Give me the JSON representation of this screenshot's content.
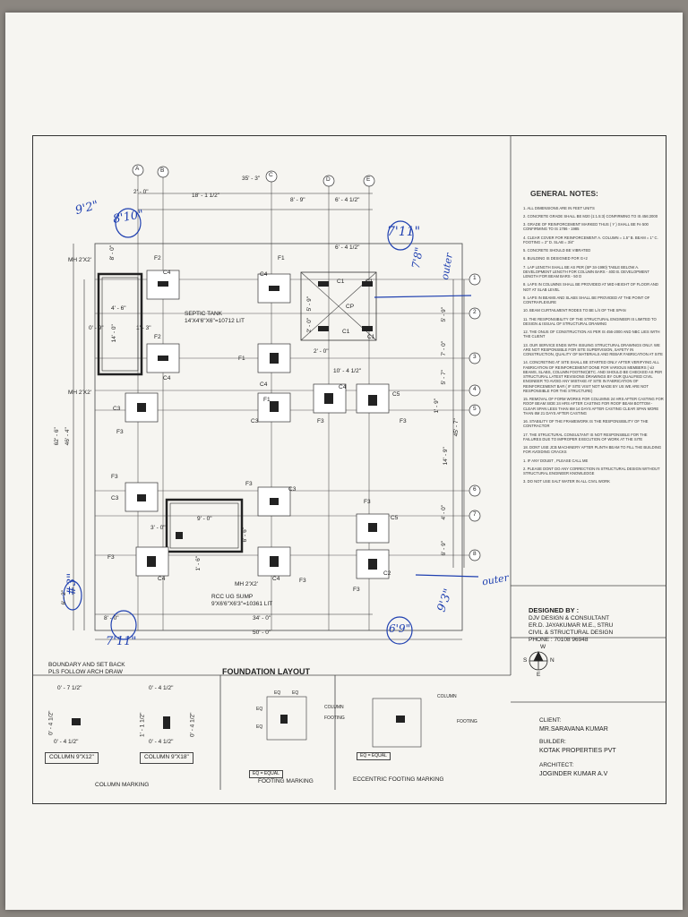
{
  "grid": {
    "cols": [
      "A",
      "B",
      "C",
      "D",
      "E"
    ],
    "rows": [
      "1",
      "2",
      "3",
      "4",
      "5",
      "6",
      "7",
      "8"
    ]
  },
  "dims": {
    "top_overall": "35' - 3\"",
    "top_a": "2' - 0\"",
    "top_b": "18' - 1 1/2\"",
    "top_c": "8' - 9\"",
    "top_d": "6' - 4 1/2\"",
    "top_e": "6' - 4 1/2\"",
    "bot_a": "8' - 0\"",
    "bot_b": "34' - 0\"",
    "bot_c": "50' - 0\"",
    "left_a": "62' - 6\"",
    "left_b": "46' - 4\"",
    "left_c": "6' - 2\"",
    "left_d": "8' - 0\"",
    "left_e": "14' - 0\"",
    "left_f": "0' - 9\"",
    "left_g": "1' - 3\"",
    "left_h": "4' - 6\"",
    "right_a": "5' - 9\"",
    "right_b": "7' - 0\"",
    "right_c": "5' - 7\"",
    "right_d": "1' - 9\"",
    "right_e": "14' - 9\"",
    "right_f": "4' - 0\"",
    "right_g": "6' - 9\"",
    "right_h": "45' - 7\"",
    "mid_a": "5' - 9\"",
    "mid_b": "2' - 0\"",
    "mid_c": "2' - 0\"",
    "mid_d": "10' - 4 1/2\"",
    "sump_w": "9' - 0\"",
    "sump_a": "3' - 0\"",
    "sump_h": "6' - 6\"",
    "sump_b": "1' - 6\""
  },
  "labels": {
    "mh1": "MH 2'X2'",
    "mh2": "MH 2'X2'",
    "mh3": "MH 2'X2'",
    "septic_title": "SEPTIC TANK",
    "septic_size": "14'X4'6\"X6\"=10712 LIT",
    "sump_title": "RCC UG SUMP",
    "sump_size": "9'X6'6\"X6'3\"=10361 LIT",
    "boundary1": "BOUNDARY AND SET BACK",
    "boundary2": "PLS FOLLOW ARCH DRAW",
    "layout_title": "FOUNDATION LAYOUT"
  },
  "footings": {
    "c1": "C1",
    "c2": "C2",
    "c3": "C3",
    "c4": "C4",
    "c5": "C5",
    "cp": "CP",
    "f1": "F1",
    "f2": "F2",
    "f3": "F3"
  },
  "notes": {
    "title": "GENERAL NOTES:",
    "items": [
      "1. ALL DIMENSIONS ARE IN FEET UNITS",
      "2. CONCRETE GRADE SHALL BE M20 (1:1.5:3) CONFIRMING TO IS 456:2000",
      "3. GRADE OF REINFORCEMENT MARKED THUS ( Y ) SHALL BE Fe 500 CONFIRMING TO IS 1786 - 1985",
      "4. CLEAR COVER FOR REINFORCEMENT A. COLUMN = 1.5\" B. BEAM = 1\" C. FOOTING = 2\" D. SLAB = 3/4\"",
      "5. CONCRETE SHOULD BE VIBRATED",
      "6. BUILDING IS DESIGNED FOR G+2",
      "7. LAP LENGTH SHALL BE AS PER (SP 34-1990) TABLE BELOW A. DEVELOPMENT LENGTH FOR COLUMN BARS - 40D B. DEVELOPMENT LENGTH FOR BEAM BARS - 50 D",
      "8. LAPS IN COLUMNS SHALL BE PROVIDED AT MID HEIGHT OF FLOOR AND NOT AT SLAB LEVEL",
      "9. LAPS IN BEAMS AND SLABS SHALL BE PROVIDED AT THE POINT OF CONTRAFLEXURE",
      "10. BEAM CURTAILMENT RODES TO BE L/4 OF THE SPAN",
      "11. THE RESPONSIBILITY OF THE STRUCTURAL ENGINEER IS LIMITED TO DESIGN & ISSUAL OF STRUCTURAL DRAWING",
      "12. THE ONUS OF CONSTRUCTION AS PER IS 456-2000 AND NBC LIES WITH THE CLIENT",
      "13. OUR SERVICE ENDS WITH ISSUING STRUCTURAL DRAWINGS ONLY. WE ARE NOT RESPONSIBLE FOR SITE SUPERVISION, SAFETY IN CONSTRUCTION, QUALITY OF MATERIALS AND REBAR FABRICATION AT SITE",
      "14. CONCRETING AT SITE SHALL BE STARTED ONLY AFTER VERIFYING ALL FABRICATION OF REINFORCEMENT DONE FOR VARIOUS MEMBERS ( viz BEAMS, SLABS, COLUMN FOOTING)ETC. AND SHOULD BE CHECKED AS PER STRUCTURAL LATEST REVISIONS DRAWINGS BY OUR QUALIFIED CIVIL ENGINEER TO AVOID ANY MISTAKE AT SITE IN FABRICATION OF REINFORCEMENT BAR ( IF SITE VISIT NOT MADE BY US WE ARE NOT RESPONSIBLE FOR THE STRUCTURE)",
      "15. REMOVAL OF FORM WORKS FOR COLUMNS 24 HRS AFTER CASTING FOR ROOF BEAM SIDE 24 HRS AFTER CASTING FOR ROOF BEAM BOTTOM - CLEAR SPAN LESS THAN 6M 14 DAYS AFTER CASTING CLEAR SPAN MORE THAN 6M 21 DAYS AFTER CASTING",
      "16. STABILITY OF THE FRAMEWORK IS THE RESPONSIBILITY OF THE CONTRACTOR",
      "17. THE STRUCTURAL CONSULTANT IS NOT RESPONSIBLE FOR THE FAILURES DUE TO IMPROPER EXECUTION OF WORK AT THE SITE",
      "18. DONT USE JCB MACHINERY AFTER PLINTH BEAM TO FILL THE BUILDING FOR AVOIDING CRACKS",
      "1. IF ANY DOUBT , PLEASE CALL ME",
      "2. PLEASE DONT DO ANY CORRECTION IN STRUCTURAL DESIGN WITHOUT STRUCTURAL ENGINEER KNOWLEDGE",
      "3. DO NOT USE SALT WATER IN ALL CIVIL WORK"
    ]
  },
  "designer": {
    "heading": "DESIGNED BY :",
    "line1": "DJV DESIGN & CONSULTANT",
    "line2": "ER.D. JAYAKUMAR M.E., STRU",
    "line3": "CIVIL & STRUCTURAL DESIGN",
    "line4": "PHONE : 70108 96948"
  },
  "compass": {
    "n": "N",
    "s": "S",
    "e": "E",
    "w": "W"
  },
  "project": {
    "client_h": "CLIENT:",
    "client": "MR.SARAVANA KUMAR",
    "builder_h": "BUILDER:",
    "builder": "KOTAK PROPERTIES PVT",
    "architect_h": "ARCHITECT:",
    "architect": "JOGINDER KUMAR A.V"
  },
  "details": {
    "col_marking": "COLUMN MARKING",
    "col1": "COLUMN 9\"X12\"",
    "col2": "COLUMN 9\"X18\"",
    "col1_top": "0' - 7 1/2\"",
    "col1_side": "0' - 4 1/2\"",
    "col1_bot": "0' - 4 1/2\"",
    "col2_top": "0' - 4 1/2\"",
    "col2_side": "1' - 1 1/2\"",
    "col2_side2": "0' - 4 1/2\"",
    "col2_bot": "0' - 4 1/2\"",
    "footing_marking": "FOOTING MARKING",
    "ecc_marking": "ECCENTRIC FOOTING MARKING",
    "eq": "EQ",
    "eq_equal": "EQ = EQUAL",
    "column": "COLUMN",
    "footing": "FOOTING"
  },
  "handwriting": {
    "h1": "9'2\"",
    "h2": "8'10\"",
    "h3": "7'11\"",
    "h4": "7'8\"",
    "h5": "outer",
    "h6": "#3\"",
    "h7": "7'11\"",
    "h8": "9'3\"",
    "h9": "outer",
    "h10": "6'9\""
  }
}
